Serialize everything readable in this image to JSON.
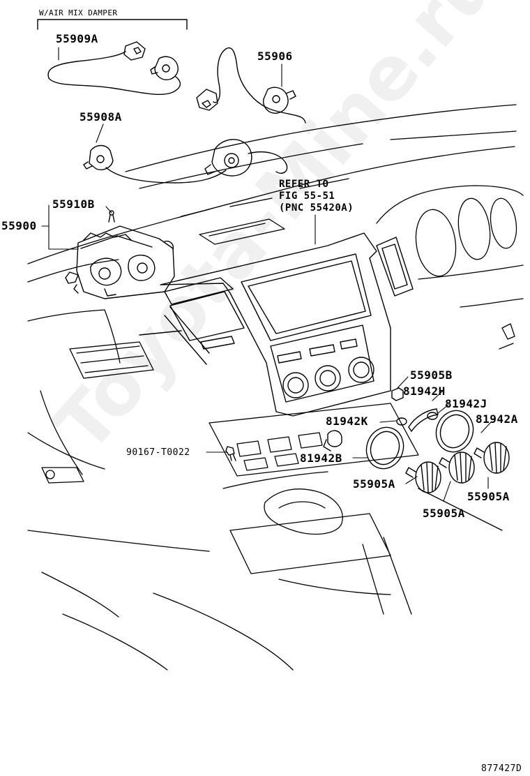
{
  "watermark": "Toyota-Mine.ru",
  "labels": {
    "damper_note": "W/AIR MIX DAMPER",
    "p55909A": "55909A",
    "p55906": "55906",
    "p55908A": "55908A",
    "p55910B": "55910B",
    "p55900": "55900",
    "refer_line1": "REFER TO",
    "refer_line2": "FIG 55-51",
    "refer_line3": "(PNC 55420A)",
    "p55905B": "55905B",
    "p81942H": "81942H",
    "p81942J": "81942J",
    "p81942K": "81942K",
    "p81942A": "81942A",
    "p90167": "90167-T0022",
    "p81942B": "81942B",
    "p55905A_left": "55905A",
    "p55905A_right": "55905A",
    "p55905A_bottom": "55905A",
    "figure_code": "877427D"
  },
  "icons": [
    "wire-harness-icon",
    "heater-control-unit-icon",
    "knob-icon",
    "bezel-ring-icon",
    "screw-icon",
    "dashboard-outline-icon"
  ]
}
